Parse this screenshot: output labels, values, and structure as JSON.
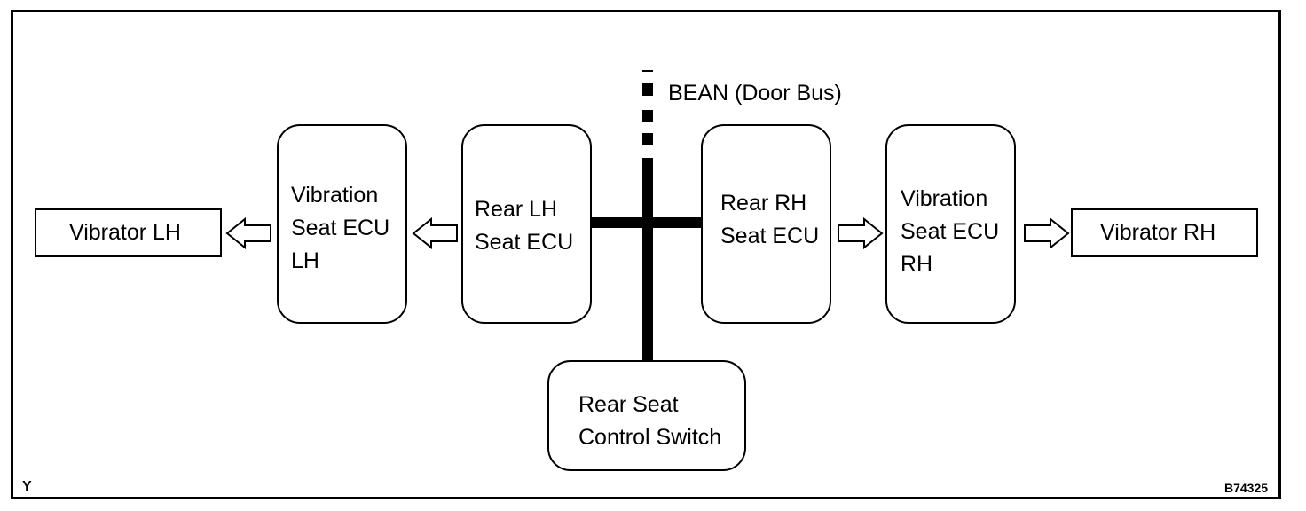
{
  "bus": {
    "label": "BEAN (Door Bus)"
  },
  "blocks": {
    "vibrator_lh": "Vibrator LH",
    "vib_seat_ecu_lh": [
      "Vibration",
      "Seat ECU",
      "LH"
    ],
    "rear_lh_seat_ecu": [
      "Rear LH",
      "Seat ECU"
    ],
    "rear_rh_seat_ecu": [
      "Rear RH",
      "Seat ECU"
    ],
    "vib_seat_ecu_rh": [
      "Vibration",
      "Seat ECU",
      "RH"
    ],
    "vibrator_rh": "Vibrator RH",
    "rear_seat_control_switch": [
      "Rear Seat",
      "Control Switch"
    ]
  },
  "corner_marks": {
    "left": "Y",
    "right": "B74325"
  }
}
